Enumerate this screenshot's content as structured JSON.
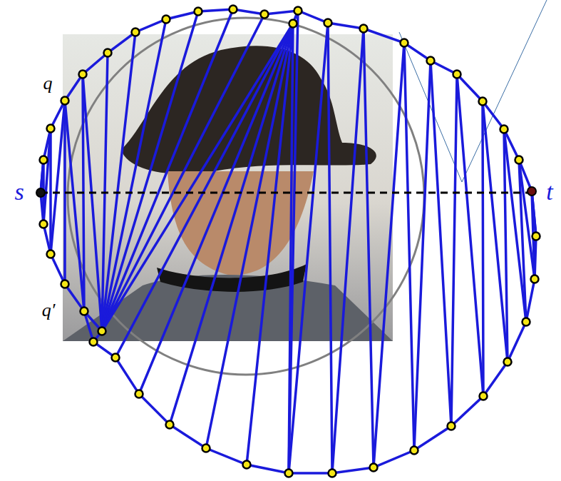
{
  "diagram": {
    "labels": [
      "q",
      "s",
      "t",
      "q′"
    ]
  }
}
